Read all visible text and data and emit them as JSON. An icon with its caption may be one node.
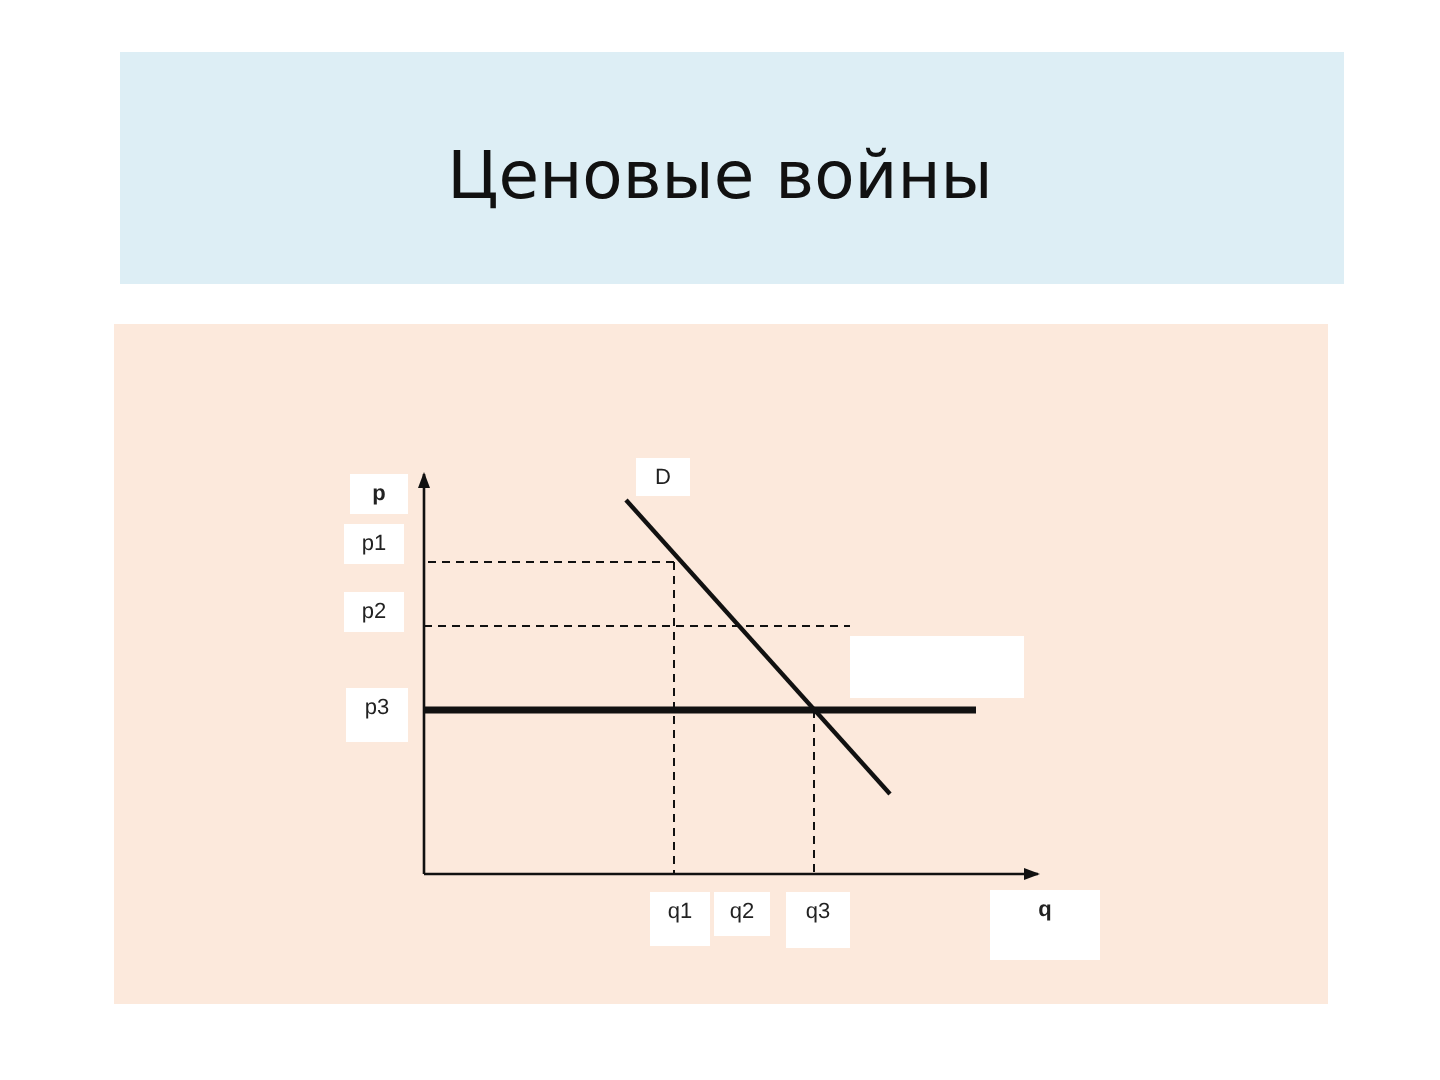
{
  "diagram": {
    "title": "Ценовые войны",
    "labels": [
      "D",
      "p",
      "p1",
      "p2",
      "p3",
      "q1",
      "q2",
      "q3",
      "q"
    ]
  }
}
